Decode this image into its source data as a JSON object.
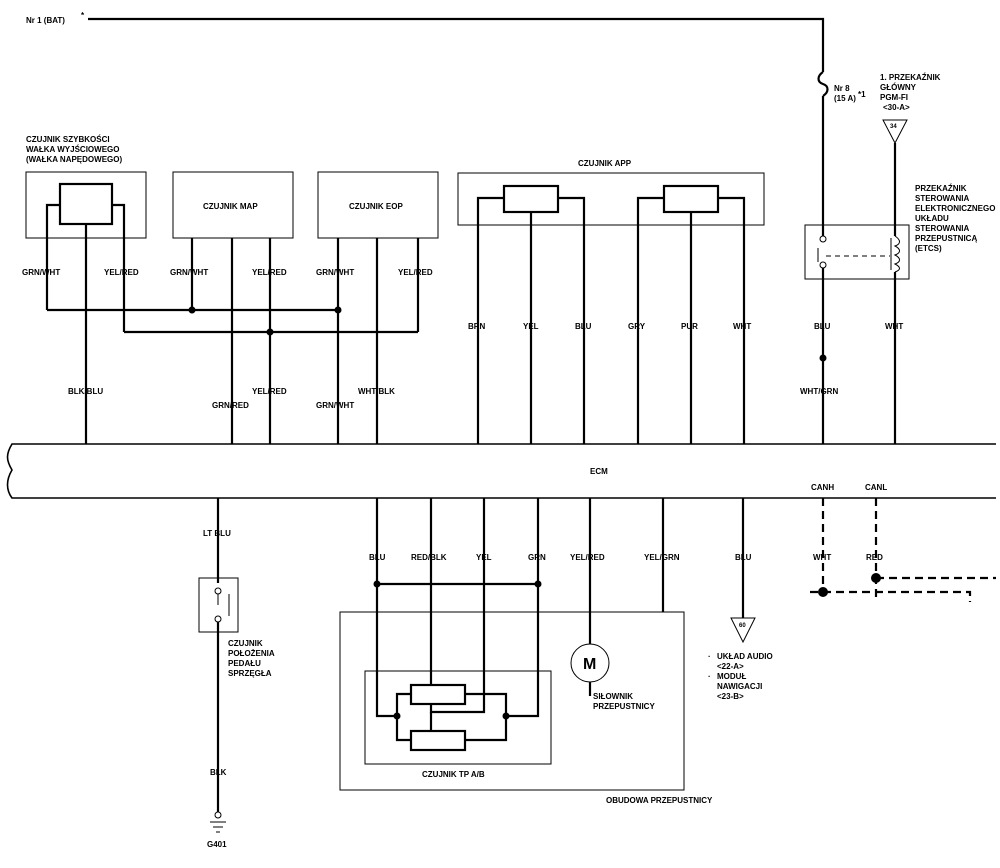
{
  "battery": {
    "label": "Nr 1 (BAT)",
    "star": "*"
  },
  "fuse": {
    "line1": "Nr 8",
    "line2": "(15 A)",
    "note": "*1"
  },
  "main_relay": {
    "line1": "1. PRZEKAŹNIK",
    "line2": "GŁÓWNY",
    "line3": "PGM-FI",
    "line4": "<30-A>",
    "terminal": "34"
  },
  "etcs_relay": {
    "line1": "PRZEKAŹNIK",
    "line2": "STEROWANIA",
    "line3": "ELEKTRONICZNEGO",
    "line4": "UKŁADU",
    "line5": "STEROWANIA",
    "line6": "PRZEPUSTNICĄ",
    "line7": "(ETCS)"
  },
  "output_shaft_sensor": {
    "line1": "CZUJNIK SZYBKOŚCI",
    "line2": "WAŁKA WYJŚCIOWEGO",
    "line3": "(WAŁKA NAPĘDOWEGO)"
  },
  "map_sensor": {
    "label": "CZUJNIK MAP"
  },
  "eop_sensor": {
    "label": "CZUJNIK EOP"
  },
  "app_sensor": {
    "label": "CZUJNIK APP"
  },
  "ecm": {
    "label": "ECM"
  },
  "wires_top": {
    "grn_wht_1": "GRN/WHT",
    "yel_red_1": "YEL/RED",
    "grn_wht_2": "GRN/WHT",
    "yel_red_2": "YEL/RED",
    "grn_wht_3": "GRN/WHT",
    "yel_red_3": "YEL/RED",
    "brn": "BRN",
    "yel": "YEL",
    "blu": "BLU",
    "gry": "GRY",
    "pur": "PUR",
    "wht": "WHT",
    "relay_blu": "BLU",
    "relay_wht": "WHT",
    "blk_blu": "BLK/BLU",
    "grn_red": "GRN/RED",
    "yel_red_4": "YEL/RED",
    "grn_wht_4": "GRN/WHT",
    "wht_blk": "WHT/BLK",
    "wht_grn": "WHT/GRN"
  },
  "wires_bottom": {
    "lt_blu": "LT BLU",
    "blu": "BLU",
    "red_blk": "RED/BLK",
    "yel": "YEL",
    "grn": "GRN",
    "yel_red": "YEL/RED",
    "yel_grn": "YEL/GRN",
    "blu2": "BLU",
    "canh": "CANH",
    "canl": "CANL",
    "wht": "WHT",
    "red": "RED",
    "blk": "BLK"
  },
  "clutch_sensor": {
    "line1": "CZUJNIK",
    "line2": "POŁOŻENIA",
    "line3": "PEDAŁU",
    "line4": "SPRZĘGŁA"
  },
  "ground": {
    "label": "G401"
  },
  "tp_sensor": {
    "label": "CZUJNIK TP A/B"
  },
  "actuator": {
    "symbol": "M",
    "line1": "SIŁOWNIK",
    "line2": "PRZEPUSTNICY"
  },
  "throttle_body": {
    "label": "OBUDOWA PRZEPUSTNICY"
  },
  "audio": {
    "terminal": "60",
    "bullet": "·",
    "line1": "UKŁAD AUDIO",
    "line2": "<22-A>",
    "line3": "MODUŁ",
    "line4": "NAWIGACJI",
    "line5": "<23-B>"
  }
}
